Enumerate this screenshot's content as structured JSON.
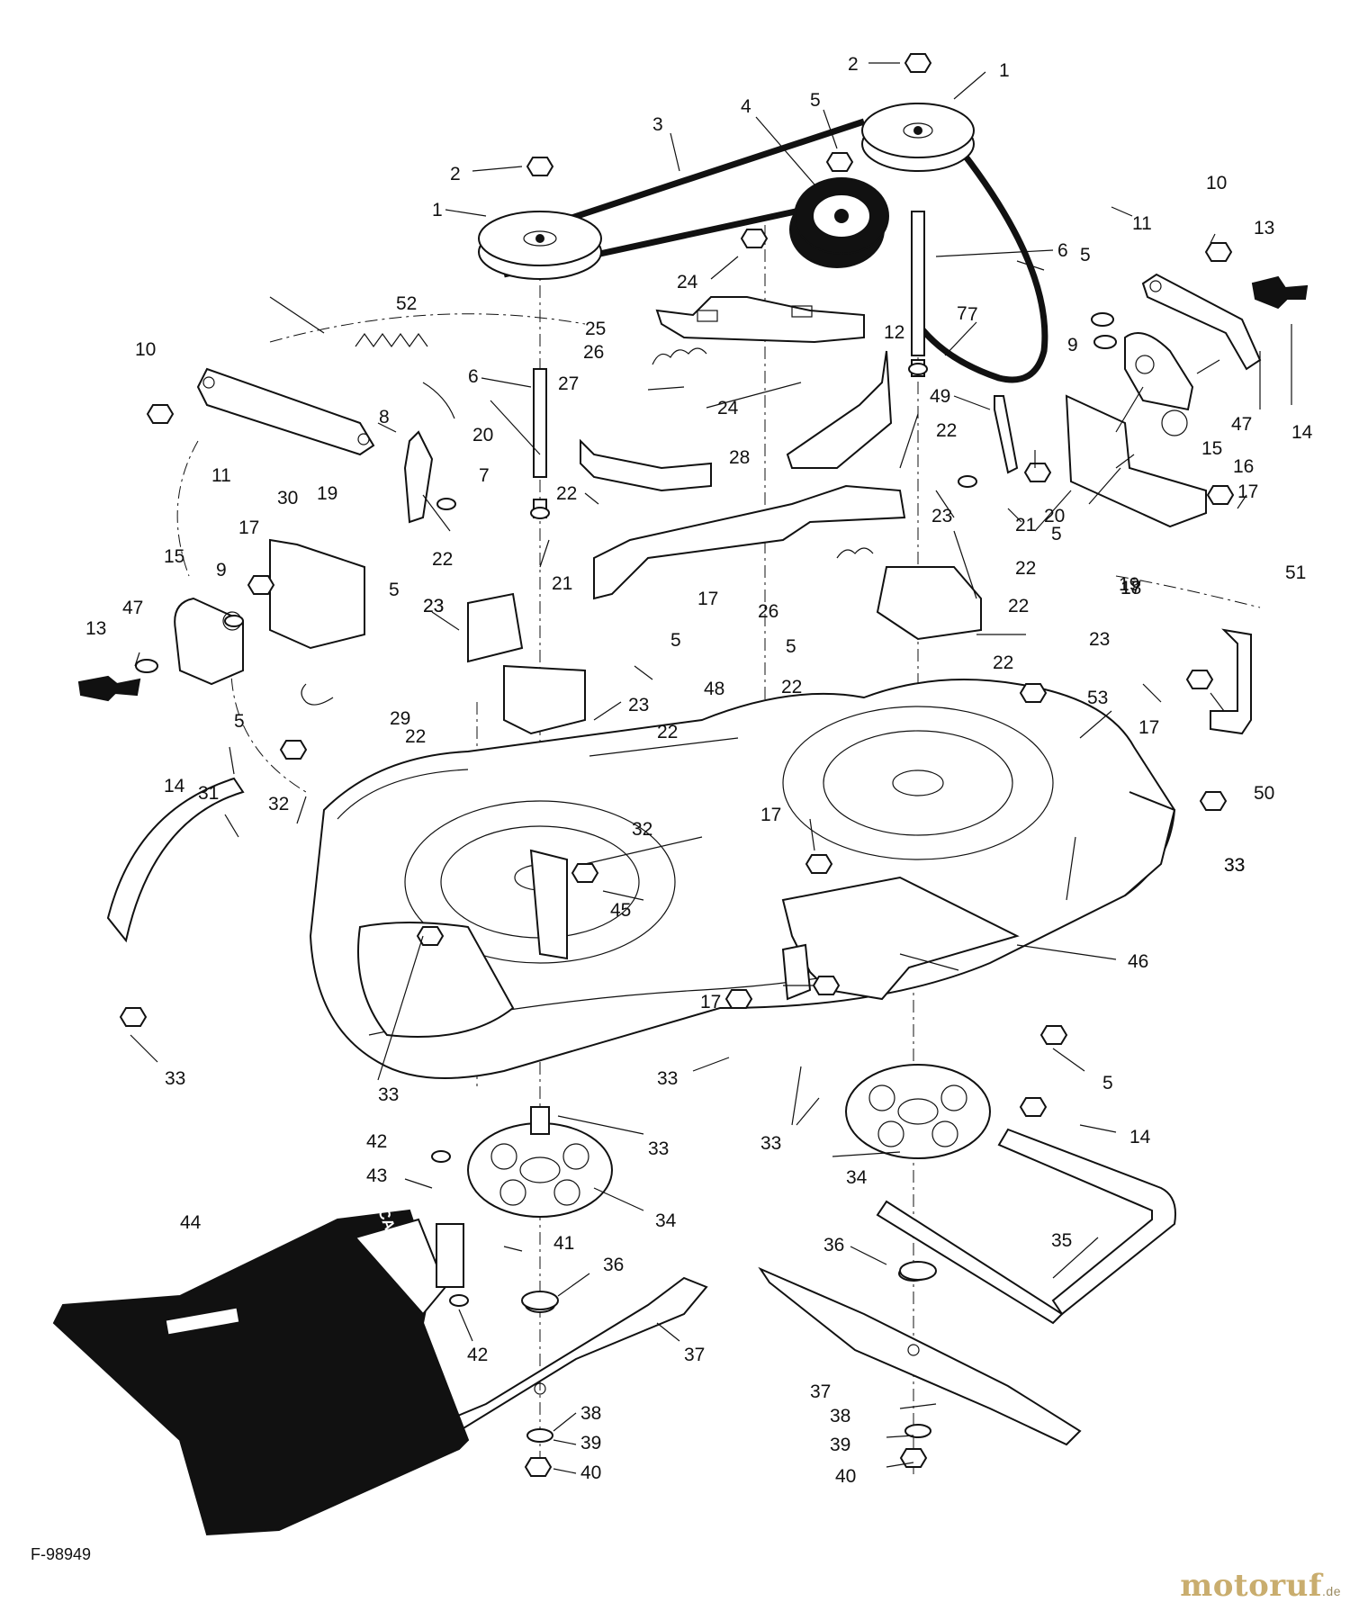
{
  "figure_code": "F-98949",
  "watermark": {
    "name": "motoruf",
    "suffix": ".de"
  },
  "decal_text": "CAUTION",
  "callouts": [
    "1",
    "1",
    "2",
    "2",
    "3",
    "4",
    "5",
    "5",
    "5",
    "5",
    "5",
    "5",
    "5",
    "5",
    "6",
    "6",
    "7",
    "7",
    "7",
    "8",
    "9",
    "9",
    "10",
    "10",
    "11",
    "11",
    "12",
    "13",
    "13",
    "14",
    "14",
    "14",
    "15",
    "15",
    "16",
    "17",
    "17",
    "17",
    "17",
    "17",
    "17",
    "17",
    "18",
    "19",
    "19",
    "20",
    "20",
    "21",
    "21",
    "22",
    "22",
    "22",
    "22",
    "22",
    "22",
    "22",
    "22",
    "22",
    "23",
    "23",
    "23",
    "23",
    "23",
    "24",
    "24",
    "25",
    "26",
    "26",
    "27",
    "28",
    "29",
    "30",
    "31",
    "32",
    "32",
    "33",
    "33",
    "33",
    "33",
    "33",
    "33",
    "33",
    "34",
    "34",
    "35",
    "36",
    "36",
    "37",
    "37",
    "38",
    "38",
    "39",
    "39",
    "40",
    "40",
    "41",
    "42",
    "42",
    "43",
    "44",
    "45",
    "46",
    "47",
    "47",
    "48",
    "49",
    "50",
    "51",
    "52",
    "53"
  ]
}
